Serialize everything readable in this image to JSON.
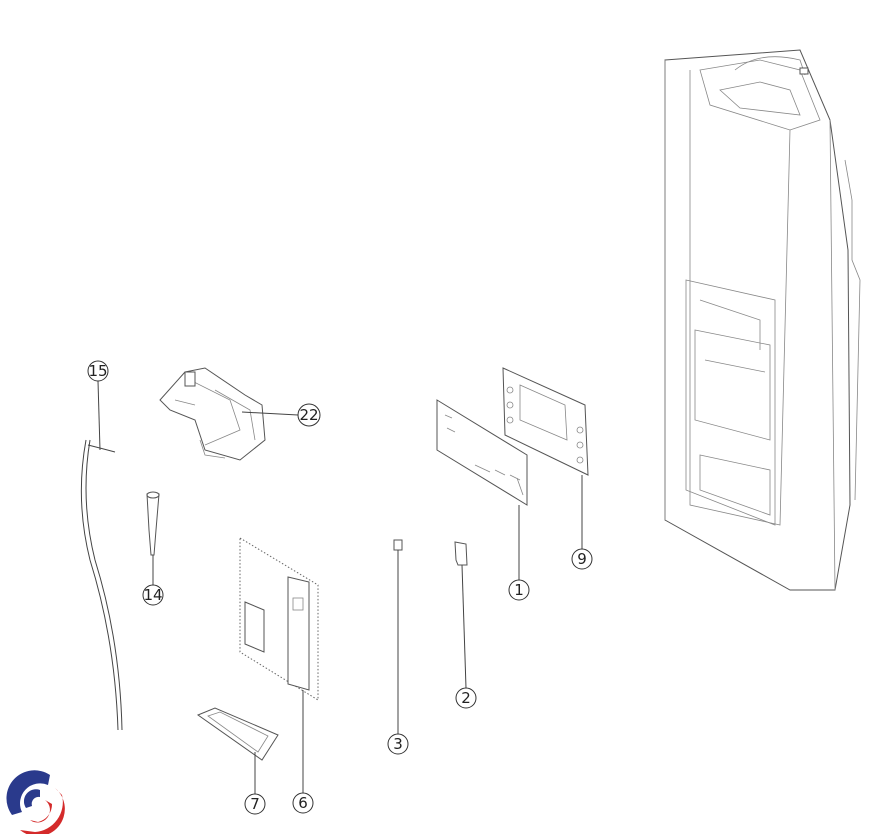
{
  "diagram": {
    "callouts": {
      "c15": "15",
      "c22": "22",
      "c14": "14",
      "c9": "9",
      "c1": "1",
      "c2": "2",
      "c3": "3",
      "c6": "6",
      "c7": "7"
    },
    "logo": {
      "colors": {
        "blue": "#2a3a8c",
        "red": "#d42a2a"
      }
    }
  }
}
